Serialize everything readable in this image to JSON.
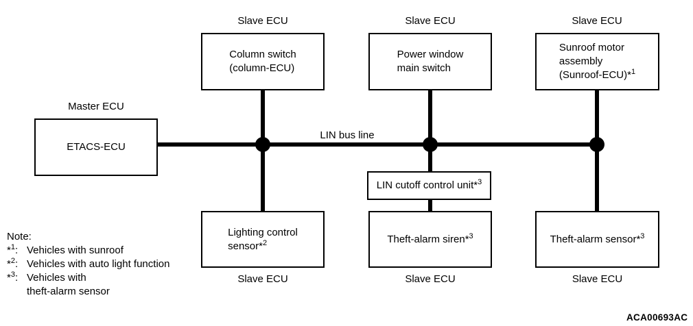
{
  "figure": {
    "bus_label": "LIN bus line",
    "code": "ACA00693AC"
  },
  "nodes": {
    "etacs": {
      "role": "Master ECU",
      "lines": [
        {
          "text": "ETACS-ECU"
        }
      ]
    },
    "column_switch": {
      "role": "Slave ECU",
      "lines": [
        {
          "text": "Column switch"
        },
        {
          "text": "(column-ECU)"
        }
      ]
    },
    "power_window": {
      "role": "Slave ECU",
      "lines": [
        {
          "text": "Power window"
        },
        {
          "text": "main switch"
        }
      ]
    },
    "sunroof": {
      "role": "Slave ECU",
      "lines": [
        {
          "text": "Sunroof motor"
        },
        {
          "text": "assembly"
        },
        {
          "text": "(Sunroof-ECU)*",
          "sup": "1"
        }
      ]
    },
    "lin_cutoff": {
      "lines": [
        {
          "text": "LIN cutoff control unit*",
          "sup": "3"
        }
      ]
    },
    "lighting": {
      "role": "Slave ECU",
      "lines": [
        {
          "text": "Lighting control"
        },
        {
          "text": "sensor*",
          "sup": "2"
        }
      ]
    },
    "siren": {
      "role": "Slave ECU",
      "lines": [
        {
          "text": "Theft-alarm siren*",
          "sup": "3"
        }
      ]
    },
    "sensor": {
      "role": "Slave ECU",
      "lines": [
        {
          "text": "Theft-alarm sensor*",
          "sup": "3"
        }
      ]
    }
  },
  "note": {
    "title": "Note:",
    "items": [
      {
        "star": "*",
        "num": "1",
        "sep": ":",
        "text": "Vehicles with sunroof"
      },
      {
        "star": "*",
        "num": "2",
        "sep": ":",
        "text": "Vehicles with auto light function"
      },
      {
        "star": "*",
        "num": "3",
        "sep": ":",
        "text": "Vehicles with\ntheft-alarm sensor"
      }
    ]
  }
}
